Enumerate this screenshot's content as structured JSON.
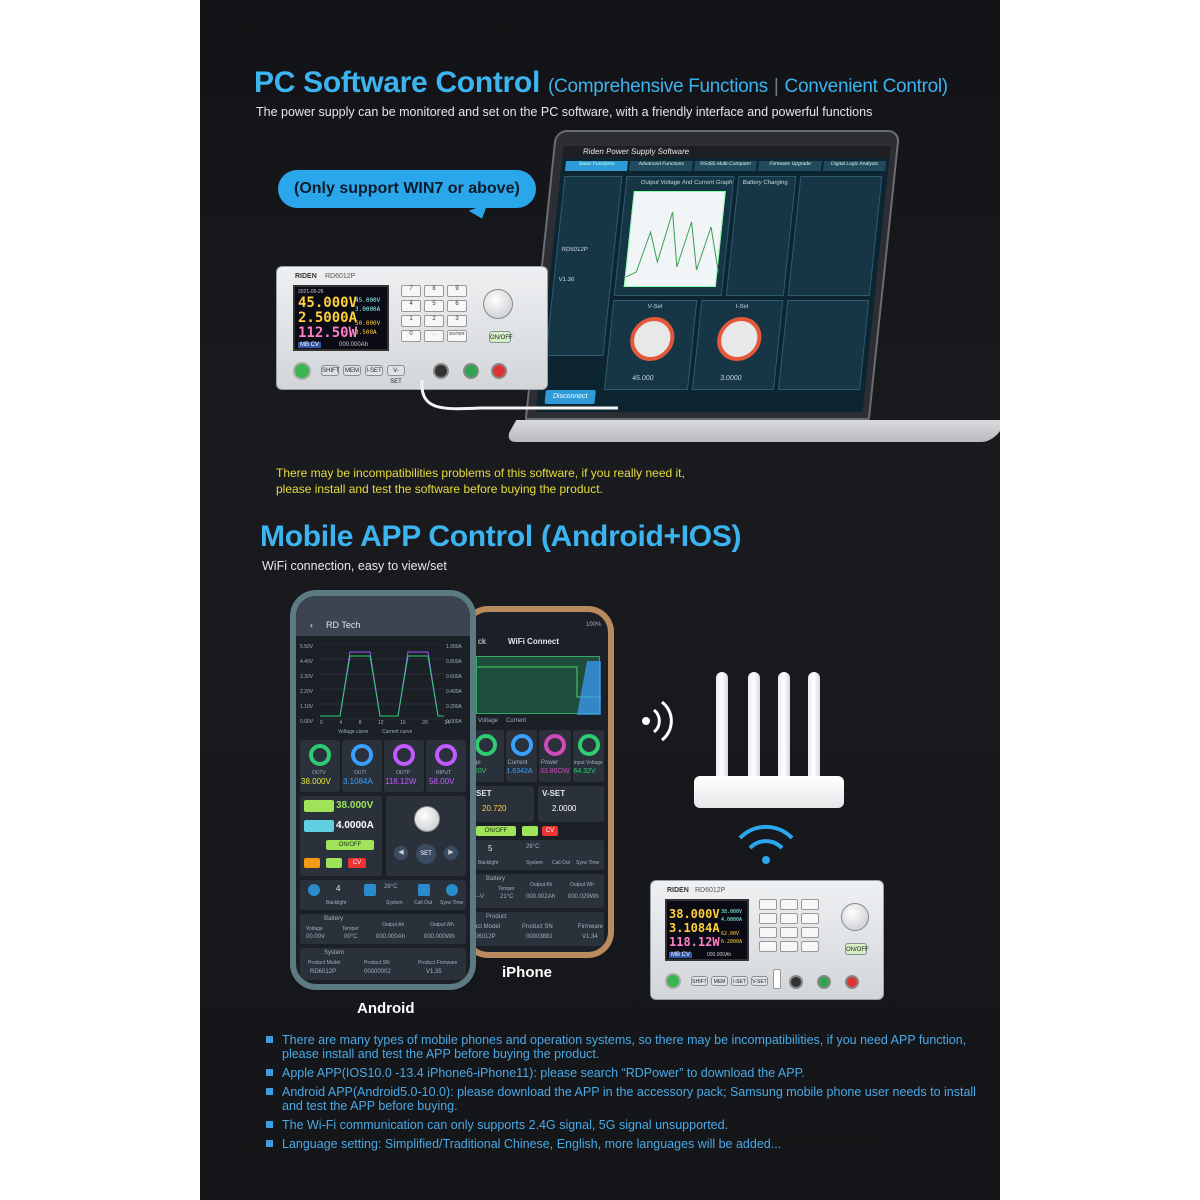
{
  "pc": {
    "title": "PC Software Control",
    "subtitle_a": "(Comprehensive Functions",
    "subtitle_sep": "|",
    "subtitle_b": "Convenient Control)",
    "description": "The power supply can be monitored and set on the PC software, with a friendly interface and powerful functions",
    "bubble": "(Only support WIN7 or above)",
    "warning_line1": "There may be  incompatibilities problems of this software, if you really need it,",
    "warning_line2": "please install and test the software before buying the product."
  },
  "software": {
    "window_title": "Riden Power Supply Software",
    "tabs": [
      "Basic Functions",
      "Advanced Functions",
      "RS485 Multi-Computer",
      "Firmware Upgrade",
      "Digital Logic Analysis"
    ],
    "chart_title": "Output Voltage And Current Graph",
    "vset_label": "V-Set",
    "iset_label": "I-Set",
    "vset_value": "45.000",
    "iset_value": "3.0000",
    "connect_button": "Disconnect",
    "battery_label": "Battery Charging",
    "product_model": "RD6012P",
    "firmware": "V1.36"
  },
  "device_pc": {
    "brand": "RIDEN",
    "model": "RD6012P",
    "date": "2021-05-26",
    "voltage": "45.000V",
    "current": "2.5000A",
    "power": "112.50W",
    "set_v": "45.000V",
    "set_i": "3.0000A",
    "input_v": "50.000V",
    "limit": "3.500A",
    "mode": "MB CV",
    "energy": "000.000Ah",
    "keys": [
      "7",
      "8",
      "9",
      "4",
      "5",
      "6",
      "1",
      "2",
      "3",
      "0",
      ".",
      "ENTER"
    ],
    "buttons": [
      "SHIFT",
      "MEM",
      "I-SET",
      "V-SET"
    ],
    "onoff": "ON/OFF"
  },
  "mobile": {
    "title": "Mobile APP Control (Android+IOS)",
    "description": "WiFi connection, easy to view/set",
    "android_label": "Android",
    "iphone_label": "iPhone"
  },
  "android": {
    "app_title": "RD Tech",
    "y_left": [
      "5.50V",
      "4.40V",
      "3.30V",
      "2.20V",
      "1.10V",
      "0.00V"
    ],
    "y_right": [
      "1.000A",
      "0.800A",
      "0.600A",
      "0.400A",
      "0.200A",
      "0.000A"
    ],
    "x_ticks": [
      "0",
      "4",
      "8",
      "12",
      "16",
      "20",
      "24"
    ],
    "legend_v": "Voltage curve",
    "legend_i": "Current curve",
    "gauges": [
      {
        "label": "OUTV",
        "value": "38.000V",
        "color": "#2ecc71"
      },
      {
        "label": "OUTI",
        "value": "3.1084A",
        "color": "#3aa0ff"
      },
      {
        "label": "OUTP",
        "value": "118.12W",
        "color": "#c25bff"
      },
      {
        "label": "INPUT",
        "value": "58.00V",
        "color": "#c25bff"
      }
    ],
    "set_v": "38.000V",
    "set_i": "4.0000A",
    "onoff": "ON/OFF",
    "set_btn": "SET",
    "cv": "CV",
    "backlight": "4",
    "backlight_label": "Backlight",
    "temp": "26°C",
    "temp_label": "System",
    "calib_label": "Cali Out",
    "sync_label": "Sync Time",
    "battery_title": "Battery",
    "batt_voltage_label": "Voltage",
    "batt_voltage": "00.00V",
    "batt_temper_label": "Temper",
    "batt_temper": "00°C",
    "output_ah_label": "Output Ah",
    "output_ah": "000.000Ah",
    "output_wh_label": "Output Wh",
    "output_wh": "000.000Wh",
    "system_title": "System",
    "model_label": "Product Model",
    "model": "RD6012P",
    "sn_label": "Product SN",
    "sn": "00000002",
    "fw_label": "Product Firmware",
    "fw": "V1.35"
  },
  "iphone": {
    "back": "ck",
    "title": "WiFi Connect",
    "battery": "100%",
    "legend_v": "Voltage",
    "legend_i": "Current",
    "gauges": [
      {
        "label": "ge",
        "value": "20V",
        "color": "#2ecc71"
      },
      {
        "label": "Current",
        "value": "1.6342A",
        "color": "#3aa0ff"
      },
      {
        "label": "Power",
        "value": "33.86OW",
        "color": "#d04ab8"
      },
      {
        "label": "Input Voltage",
        "value": "64.32V",
        "color": "#2ecc71"
      }
    ],
    "iset_label": "SET",
    "iset": "20.720",
    "vset_label": "V-SET",
    "vset": "2.0000",
    "onoff": "ON/OFF",
    "cv": "CV",
    "backlight": "5",
    "backlight_label": "Backlight",
    "temp": "26°C",
    "temp_label": "System",
    "calib_label": "Cali Out",
    "sync_label": "Sync Time",
    "battery_title": "Battery",
    "batt_v": "--V",
    "batt_t_label": "Temper",
    "batt_t": "21°C",
    "output_ah_label": "Output Ah",
    "output_ah": "000.002Ah",
    "output_wh_label": "Output Wh",
    "output_wh": "000.029Wh",
    "product_title": "Product",
    "model_label": "uct Model",
    "model": "D6012P",
    "sn_label": "Product SN",
    "sn": "00003881",
    "fw_label": "Firmware",
    "fw": "V1.34"
  },
  "device_mobile": {
    "brand": "RIDEN",
    "model": "RD6012P",
    "voltage": "38.000V",
    "current": "3.1084A",
    "power": "118.12W",
    "set_v": "38.000V",
    "set_i": "4.0000A",
    "input_v": "62.00V",
    "limit": "6.2000A",
    "mode": "MB CV",
    "energy": "000.000Ah",
    "buttons": [
      "SHIFT",
      "MEM",
      "I-SET",
      "V-SET"
    ],
    "onoff": "ON/OFF"
  },
  "notes": [
    "There are many types of mobile phones and operation systems, so there may be incompatibilities, if you need APP function, please install and test the APP before buying the product.",
    "Apple APP(IOS10.0 -13.4 iPhone6-iPhone11): please search “RDPower” to download the APP.",
    "Android APP(Android5.0-10.0): please download the APP in the accessory pack; Samsung mobile phone user needs to install and test the APP before buying.",
    "The Wi-Fi communication can only supports 2.4G signal, 5G signal unsupported.",
    "Language setting: Simplified/Traditional Chinese, English, more languages will be added..."
  ],
  "colors": {
    "accent": "#3cb4ef",
    "warning": "#e7dc3f",
    "bullet": "#4aa9e6"
  }
}
